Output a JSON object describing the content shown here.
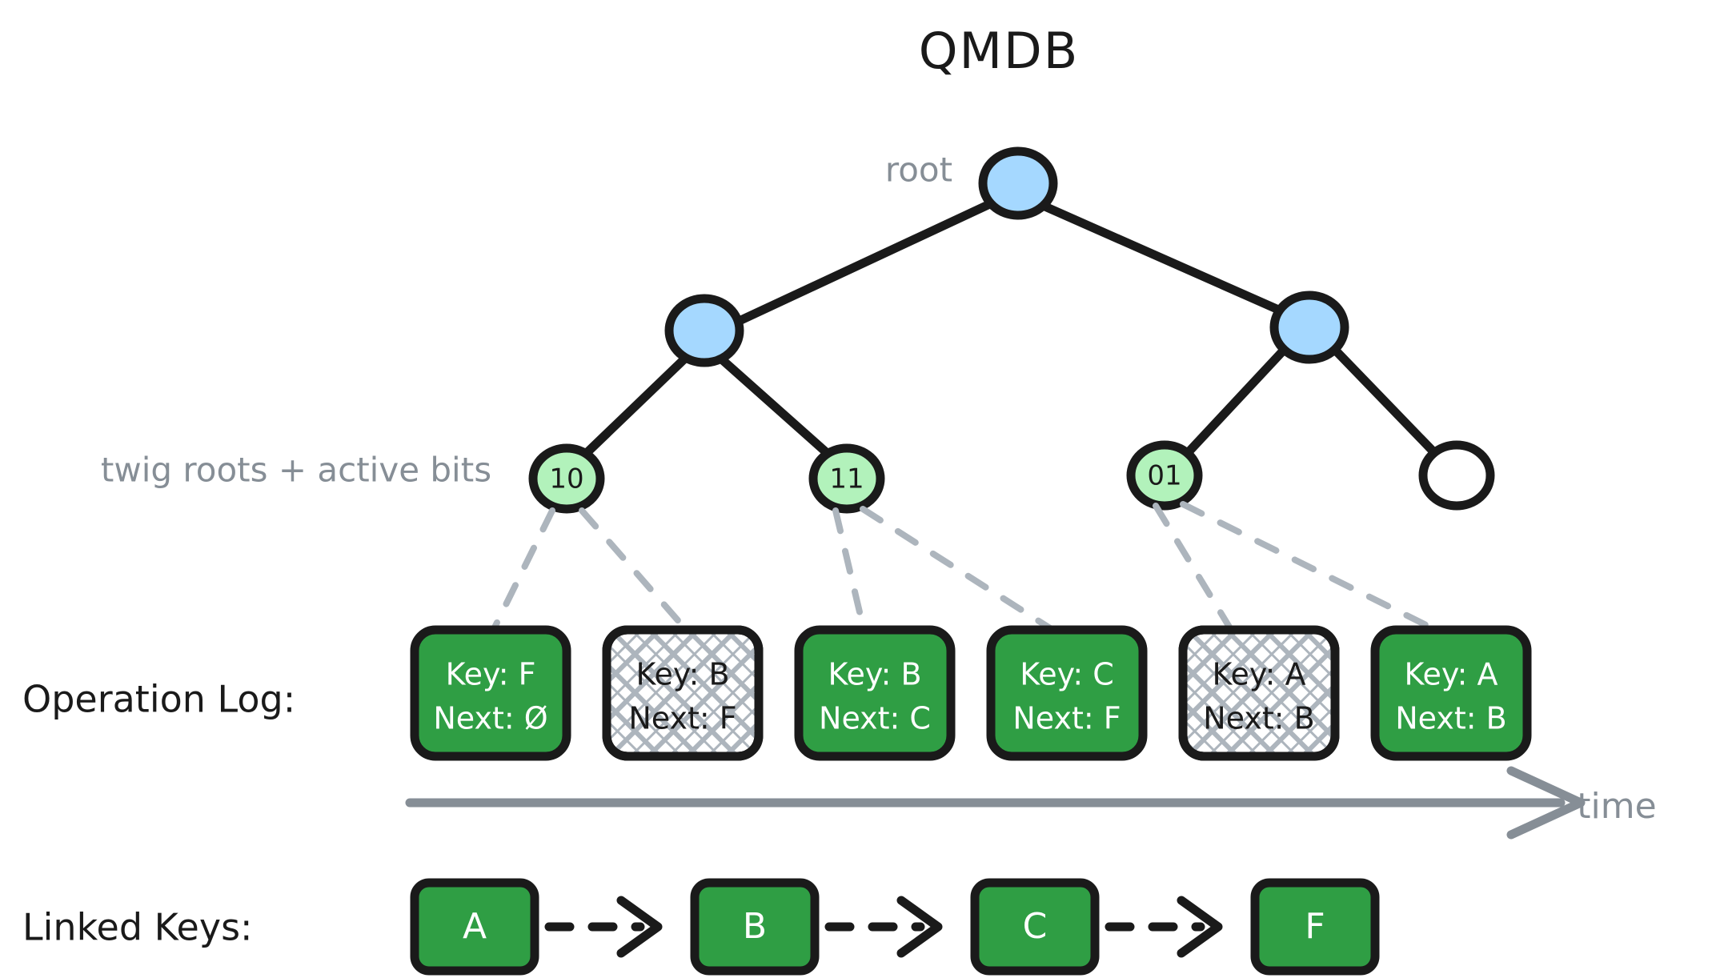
{
  "title": "QMDB",
  "labels": {
    "root": "root",
    "twig_roots": "twig roots + active bits",
    "operation_log": "Operation Log:",
    "linked_keys": "Linked Keys:",
    "time": "time"
  },
  "colors": {
    "node_blue": "#a5d8ff",
    "node_green_light": "#b2f2bb",
    "node_white": "#ffffff",
    "box_green": "#2f9e44",
    "stroke_black": "#1a1a1a",
    "gray": "#868e96",
    "hatch_gray": "#adb5bd",
    "text_white": "#ffffff"
  },
  "tree": {
    "root_node": {
      "label": "",
      "fill": "node_blue"
    },
    "inner_nodes": [
      {
        "label": "",
        "fill": "node_blue"
      },
      {
        "label": "",
        "fill": "node_blue"
      }
    ],
    "twig_nodes": [
      {
        "label": "10",
        "fill": "node_green_light",
        "active": true
      },
      {
        "label": "11",
        "fill": "node_green_light",
        "active": true
      },
      {
        "label": "01",
        "fill": "node_green_light",
        "active": true
      },
      {
        "label": "",
        "fill": "node_white",
        "active": false
      }
    ]
  },
  "operation_log": {
    "entries": [
      {
        "key_label": "Key: F",
        "next_label": "Next: Ø",
        "state": "active"
      },
      {
        "key_label": "Key: B",
        "next_label": "Next: F",
        "state": "inactive"
      },
      {
        "key_label": "Key: B",
        "next_label": "Next: C",
        "state": "active"
      },
      {
        "key_label": "Key: C",
        "next_label": "Next: F",
        "state": "active"
      },
      {
        "key_label": "Key: A",
        "next_label": "Next: B",
        "state": "inactive"
      },
      {
        "key_label": "Key: A",
        "next_label": "Next: B",
        "state": "active"
      }
    ]
  },
  "linked_keys": {
    "nodes": [
      "A",
      "B",
      "C",
      "F"
    ],
    "connector": "dashed-arrow"
  }
}
